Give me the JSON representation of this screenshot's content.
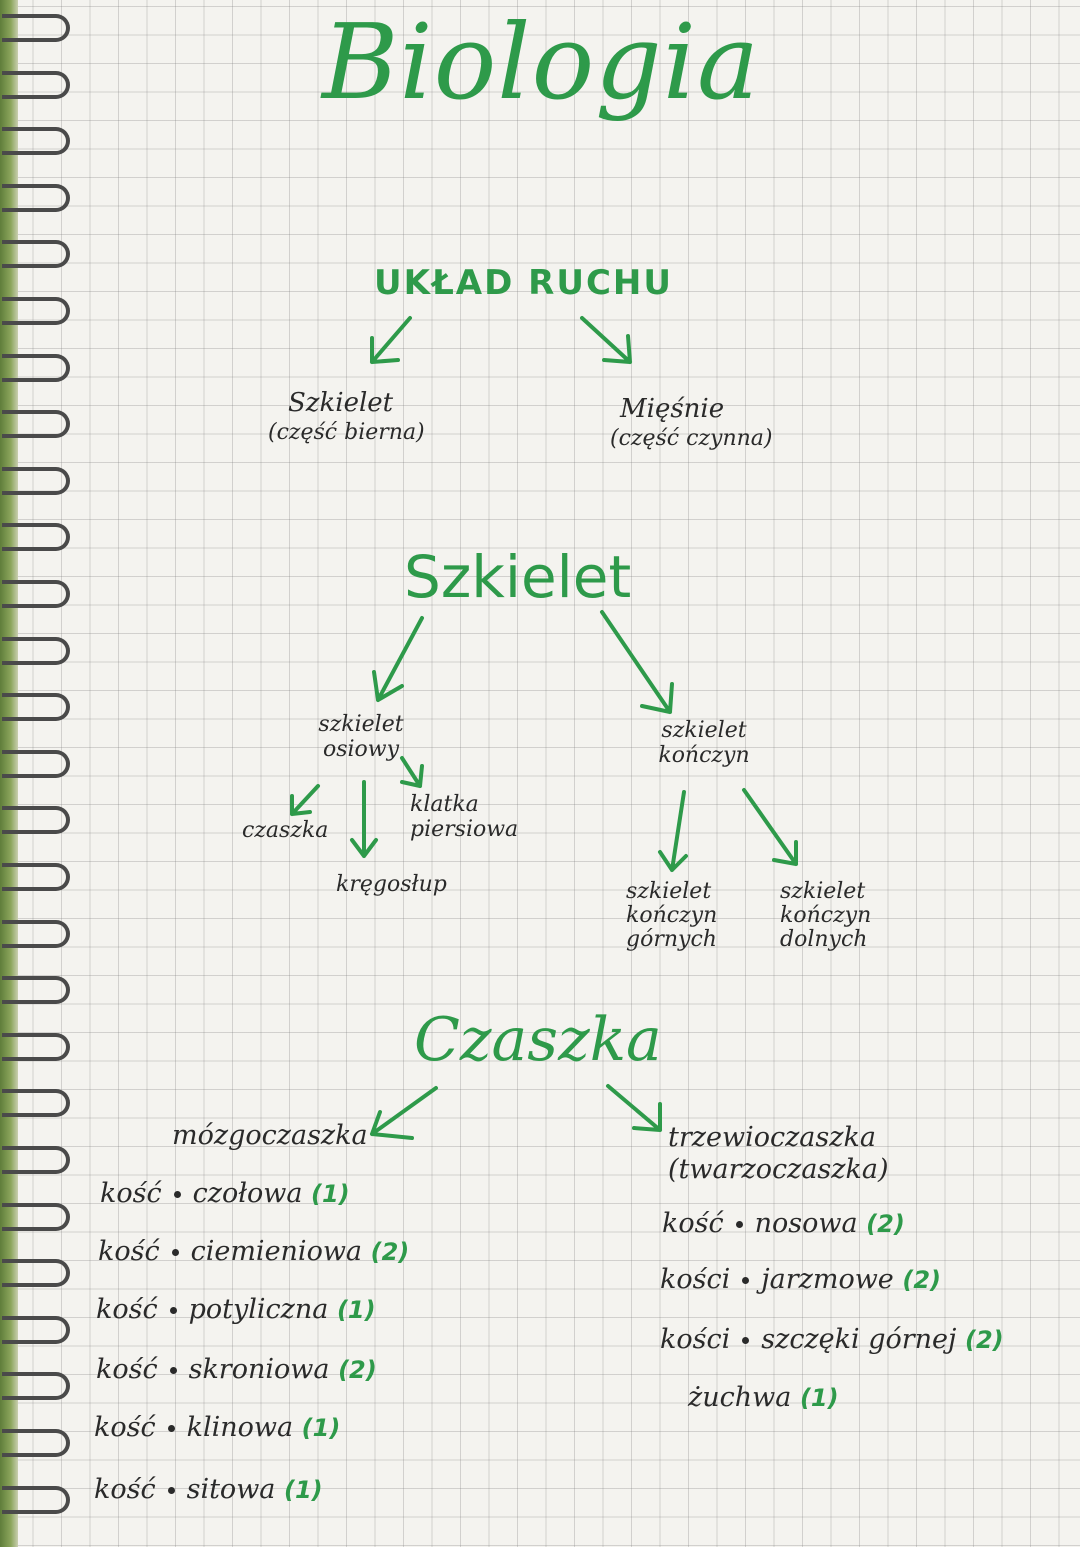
{
  "title": "Biologia",
  "uklad": {
    "heading": "UKŁAD RUCHU",
    "left": {
      "name": "Szkielet",
      "note": "(część bierna)"
    },
    "right": {
      "name": "Mięśnie",
      "note": "(część czynna)"
    }
  },
  "szkielet": {
    "heading": "Szkielet",
    "osiowy": "szkielet osiowy",
    "osiowy_children": [
      "czaszka",
      "kręgosłup",
      "klatka piersiowa"
    ],
    "konczyn": "szkielet kończyn",
    "konczyn_children": [
      "szkielet kończyn górnych",
      "szkielet kończyn dolnych"
    ]
  },
  "czaszka": {
    "heading": "Czaszka",
    "left_title": "mózgoczaszka",
    "right_title": "trzewioczaszka",
    "right_subtitle": "(twarzoczaszka)",
    "left_items": [
      {
        "prefix": "kość",
        "name": "czołowa",
        "count": "(1)"
      },
      {
        "prefix": "kość",
        "name": "ciemieniowa",
        "count": "(2)"
      },
      {
        "prefix": "kość",
        "name": "potyliczna",
        "count": "(1)"
      },
      {
        "prefix": "kość",
        "name": "skroniowa",
        "count": "(2)"
      },
      {
        "prefix": "kość",
        "name": "klinowa",
        "count": "(1)"
      },
      {
        "prefix": "kość",
        "name": "sitowa",
        "count": "(1)"
      }
    ],
    "right_items": [
      {
        "prefix": "kość",
        "name": "nosowa",
        "count": "(2)"
      },
      {
        "prefix": "kości",
        "name": "jarzmowe",
        "count": "(2)"
      },
      {
        "prefix": "kości",
        "name": "szczęki górnej",
        "count": "(2)"
      },
      {
        "prefix": "",
        "name": "żuchwa",
        "count": "(1)"
      }
    ]
  }
}
